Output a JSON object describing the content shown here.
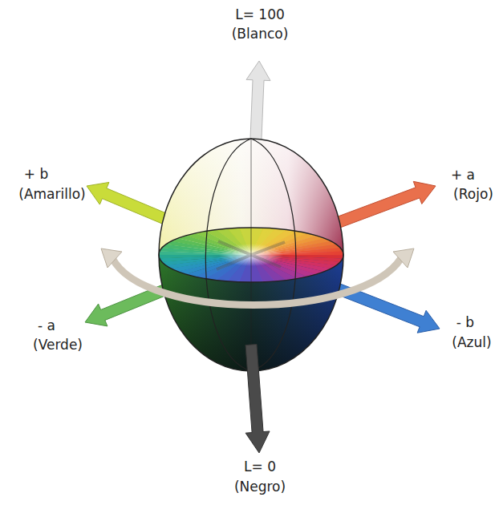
{
  "diagram": {
    "labels": [
      "L= 100",
      "(Blanco)",
      "+ b",
      "(Amarillo)",
      "+ a",
      "(Rojo)",
      "- a",
      "(Verde)",
      "- b",
      "(Azul)",
      "L= 0",
      "(Negro)"
    ]
  }
}
